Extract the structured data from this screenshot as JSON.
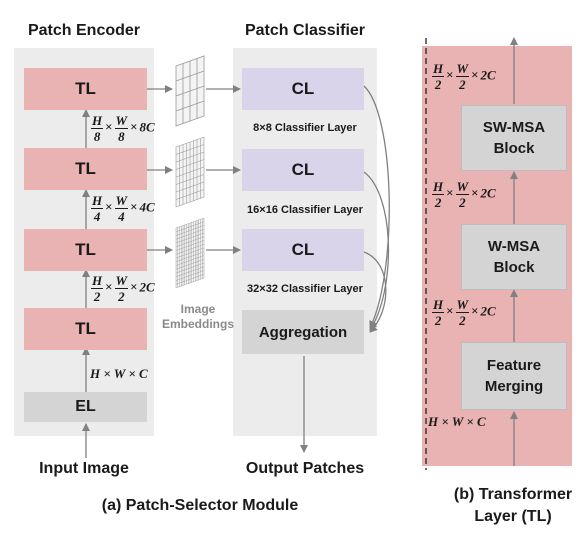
{
  "encoder": {
    "title": "Patch Encoder",
    "tl_label": "TL",
    "el_label": "EL",
    "input_label": "Input Image",
    "dim1": {
      "h_num": "H",
      "h_den": "8",
      "w_num": "W",
      "w_den": "8",
      "times": "×",
      "suffix": "8C"
    },
    "dim2": {
      "h_num": "H",
      "h_den": "4",
      "w_num": "W",
      "w_den": "4",
      "times": "×",
      "suffix": "4C"
    },
    "dim3": {
      "h_num": "H",
      "h_den": "2",
      "w_num": "W",
      "w_den": "2",
      "times": "×",
      "suffix": "2C"
    },
    "dim4": "H × W × C"
  },
  "embeddings": {
    "line1": "Image",
    "line2": "Embeddings"
  },
  "classifier": {
    "title": "Patch Classifier",
    "cl_label": "CL",
    "layer1": "8×8 Classifier Layer",
    "layer2": "16×16 Classifier Layer",
    "layer3": "32×32 Classifier Layer",
    "aggregation": "Aggregation",
    "output_label": "Output Patches"
  },
  "transformer": {
    "block_swmsa": {
      "line1": "SW-MSA",
      "line2": "Block"
    },
    "block_wmsa": {
      "line1": "W-MSA",
      "line2": "Block"
    },
    "block_merge": {
      "line1": "Feature",
      "line2": "Merging"
    },
    "dim_a": {
      "h_num": "H",
      "h_den": "2",
      "w_num": "W",
      "w_den": "2",
      "times": "×",
      "suffix": "2C"
    },
    "dim_b": {
      "h_num": "H",
      "h_den": "2",
      "w_num": "W",
      "w_den": "2",
      "times": "×",
      "suffix": "2C"
    },
    "dim_c": {
      "h_num": "H",
      "h_den": "2",
      "w_num": "W",
      "w_den": "2",
      "times": "×",
      "suffix": "2C"
    },
    "dim_d": "H × W × C"
  },
  "captions": {
    "a": "(a) Patch-Selector Module",
    "b_line1": "(b) Transformer",
    "b_line2": "Layer (TL)"
  },
  "colors": {
    "panel": "#ececec",
    "encoder_block": "#e9b3b3",
    "classifier_block": "#d9d4ea",
    "aggregation_block": "#d4d4d4",
    "transformer_bg": "#e9b3b3",
    "arrow": "#808080"
  }
}
